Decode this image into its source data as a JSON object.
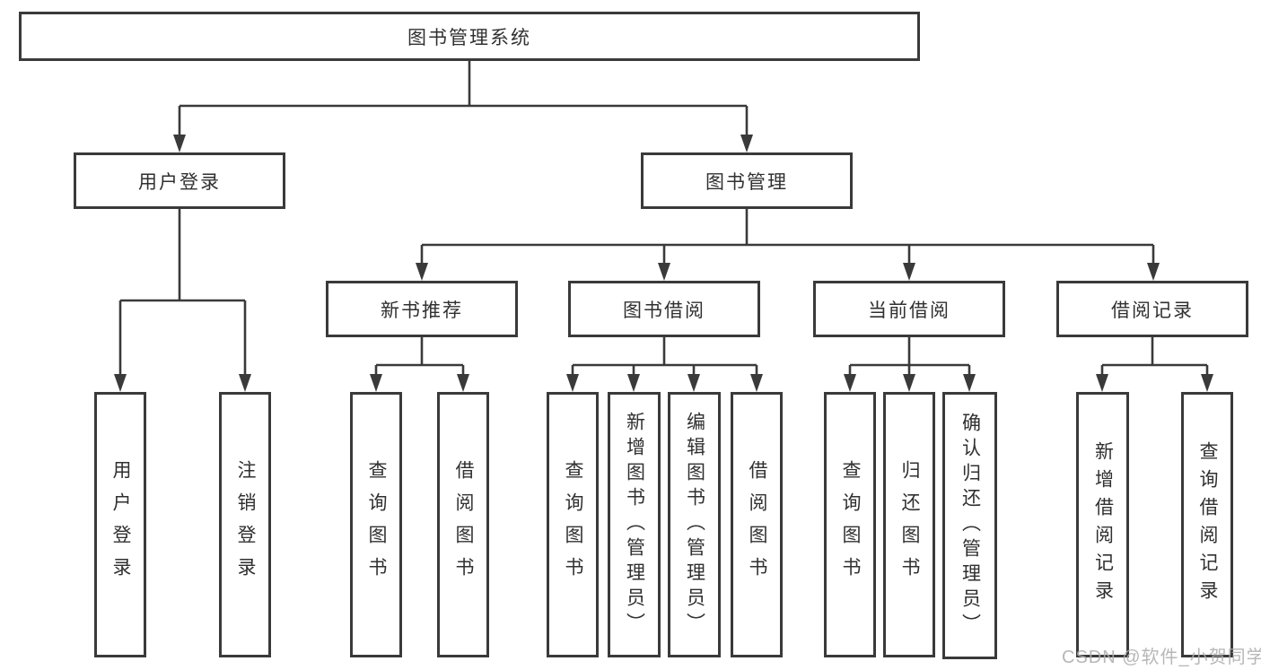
{
  "tree": {
    "root": {
      "label": "图书管理系统"
    },
    "user_login": {
      "label": "用户登录",
      "children": [
        {
          "label": "用户登录"
        },
        {
          "label": "注销登录"
        }
      ]
    },
    "book_mgmt": {
      "label": "图书管理",
      "sections": [
        {
          "label": "新书推荐",
          "children": [
            {
              "label": "查询图书"
            },
            {
              "label": "借阅图书"
            }
          ]
        },
        {
          "label": "图书借阅",
          "children": [
            {
              "label": "查询图书"
            },
            {
              "label": "新增图书（管理员）"
            },
            {
              "label": "编辑图书（管理员）"
            },
            {
              "label": "借阅图书"
            }
          ]
        },
        {
          "label": "当前借阅",
          "children": [
            {
              "label": "查询图书"
            },
            {
              "label": "归还图书"
            },
            {
              "label": "确认归还（管理员）"
            }
          ]
        },
        {
          "label": "借阅记录",
          "children": [
            {
              "label": "新增借阅记录"
            },
            {
              "label": "查询借阅记录"
            }
          ]
        }
      ]
    }
  },
  "watermark": "CSDN @软件_小贺同学",
  "colors": {
    "line": "#3a3a3a",
    "box_border": "#3a3a3a",
    "text": "#303030",
    "watermark": "#adadad",
    "background": "#ffffff"
  }
}
